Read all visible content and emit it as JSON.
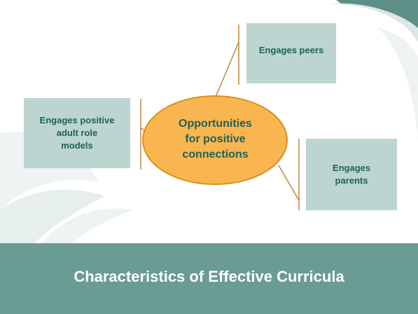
{
  "diagram": {
    "center": {
      "line1": "Opportunities",
      "line2": "for positive",
      "line3": "connections"
    },
    "nodes": {
      "peers": {
        "label": "Engages peers"
      },
      "adult": {
        "line1": "Engages positive",
        "line2": "adult role",
        "line3": "models"
      },
      "parents": {
        "line1": "Engages",
        "line2": "parents"
      }
    }
  },
  "footer": {
    "title": "Characteristics of Effective Curricula"
  },
  "colors": {
    "box_fill": "#bcd5d0",
    "text_teal": "#1e6357",
    "ellipse_fill": "#f9b54f",
    "ellipse_stroke": "#d9901e",
    "connector": "#c0883a",
    "title_bar": "#6a9c93",
    "title_text": "#ffffff"
  }
}
